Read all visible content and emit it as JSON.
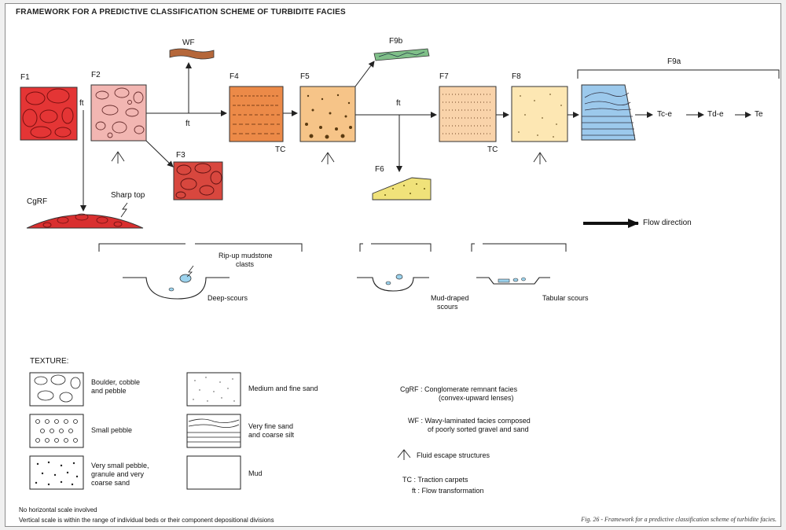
{
  "title": "FRAMEWORK FOR A PREDICTIVE CLASSIFICATION SCHEME OF TURBIDITE FACIES",
  "facies": {
    "f1": "F1",
    "f2": "F2",
    "f3": "F3",
    "f4": "F4",
    "f5": "F5",
    "f6": "F6",
    "f7": "F7",
    "f8": "F8",
    "f9a": "F9a",
    "f9b": "F9b",
    "wf": "WF",
    "cgrf": "CgRF"
  },
  "labels": {
    "ft": "ft",
    "tc": "TC",
    "sharp_top": "Sharp top",
    "tce": "Tc-e",
    "tde": "Td-e",
    "te": "Te",
    "flow_direction": "Flow direction"
  },
  "scours": {
    "ripup_line1": "Rip-up mudstone",
    "ripup_line2": "clasts",
    "deep": "Deep-scours",
    "mud_line1": "Mud-draped",
    "mud_line2": "scours",
    "tabular": "Tabular scours"
  },
  "texture": {
    "heading": "TEXTURE:",
    "boulder_l1": "Boulder, cobble",
    "boulder_l2": "and pebble",
    "small_pebble": "Small pebble",
    "vsp_l1": "Very small pebble,",
    "vsp_l2": "granule and very",
    "vsp_l3": "coarse sand",
    "med_fine": "Medium and fine sand",
    "vfs_l1": "Very fine sand",
    "vfs_l2": "and coarse silt",
    "mud": "Mud"
  },
  "legend": {
    "cgrf_l1": "CgRF : Conglomerate remnant facies",
    "cgrf_l2": "(convex-upward lenses)",
    "wf_l1": "WF : Wavy-laminated facies composed",
    "wf_l2": "of poorly sorted gravel and sand",
    "fluid": "Fluid escape structures",
    "tc": "TC : Traction carpets",
    "ft": "ft : Flow transformation"
  },
  "notes": {
    "n1": "No horizontal scale involved",
    "n2": "Vertical scale is within the range of individual beds or their component depositional divisions"
  },
  "caption": "Fig. 26 - Framework for a predictive classification scheme of turbidite facies.",
  "colors": {
    "f1": "#e43535",
    "f2": "#f2b6b2",
    "f3": "#d8473e",
    "f4": "#ec8a48",
    "f5": "#f6c488",
    "f6": "#f0e27a",
    "f7": "#f9d3aa",
    "f8": "#fde7b3",
    "f9a": "#9cc9ec",
    "f9b": "#7fbf88",
    "wf": "#b5673a",
    "cgrf": "#d92f2f"
  }
}
